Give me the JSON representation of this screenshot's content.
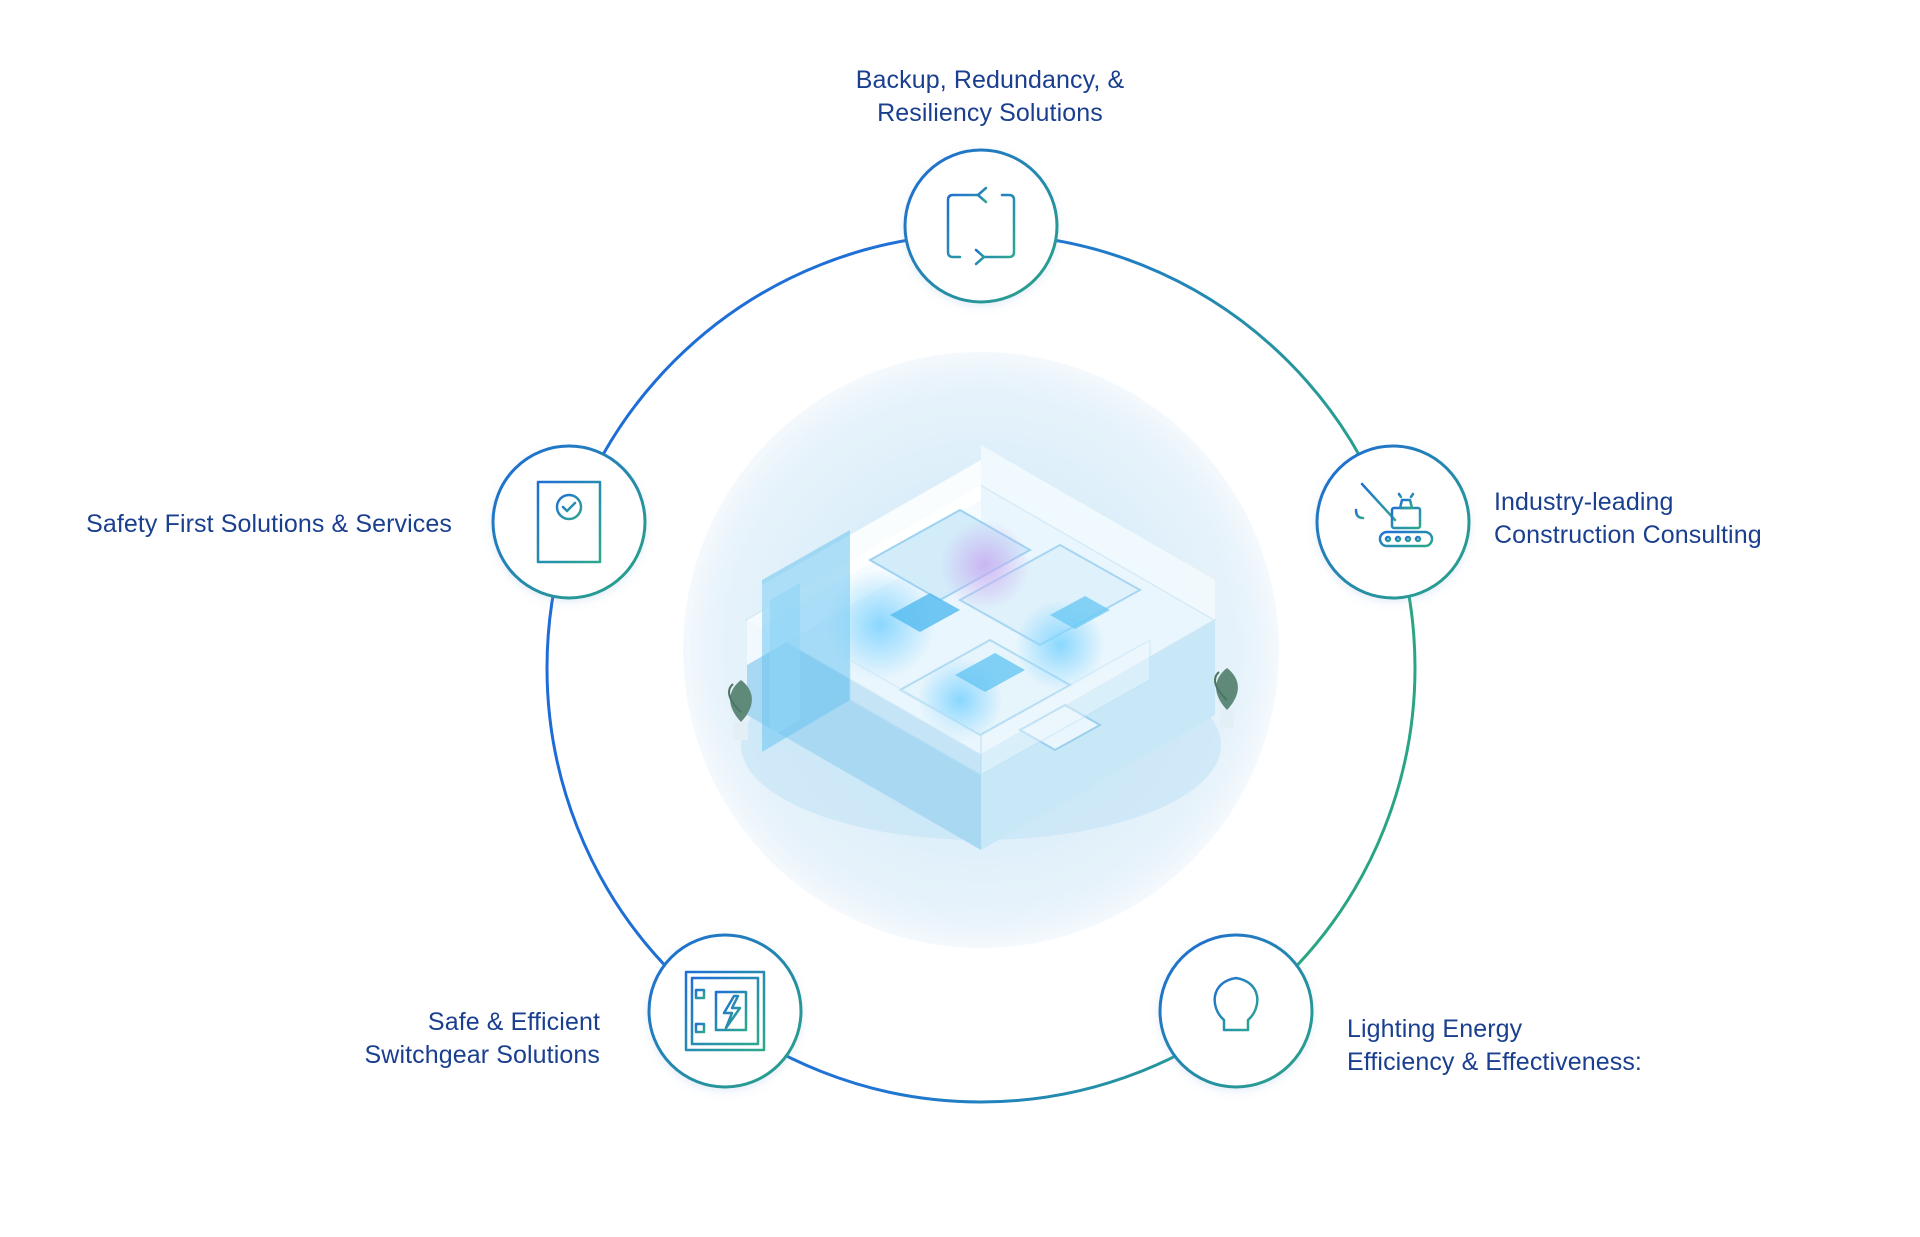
{
  "services": [
    {
      "id": "backup",
      "lines": [
        "Backup, Redundancy, &",
        "Resiliency Solutions"
      ],
      "icon": "backup-sync-icon"
    },
    {
      "id": "construction",
      "lines": [
        "Industry-leading",
        "Construction Consulting"
      ],
      "icon": "crane-icon"
    },
    {
      "id": "lighting",
      "lines": [
        "Lighting Energy",
        "Efficiency & Effectiveness:"
      ],
      "icon": "lightbulb-icon"
    },
    {
      "id": "switchgear",
      "lines": [
        "Safe & Efficient",
        "Switchgear Solutions"
      ],
      "icon": "switchgear-panel-icon"
    },
    {
      "id": "safety",
      "lines": [
        "Safety First Solutions & Services"
      ],
      "icon": "safety-checklist-icon"
    }
  ],
  "center_image": "isometric-hospital-room-illustration",
  "colors": {
    "text": "#1a3f8f",
    "ring_blue": "#1f6fd6",
    "ring_teal": "#2fa58a",
    "node_fill": "#ffffff",
    "center_glow": "#d8ebf8",
    "room_accent": "#5fc3f0"
  }
}
